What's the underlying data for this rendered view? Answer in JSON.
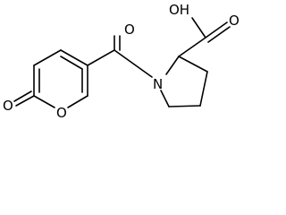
{
  "molecule": {
    "atom_labels": {
      "hydroxyl": "OH",
      "carboxyl_carbonyl_o": "O",
      "amide_carbonyl_o": "O",
      "ring_nitrogen": "N",
      "pyranone_ring_o": "O",
      "pyranone_carbonyl_o": "O"
    }
  }
}
